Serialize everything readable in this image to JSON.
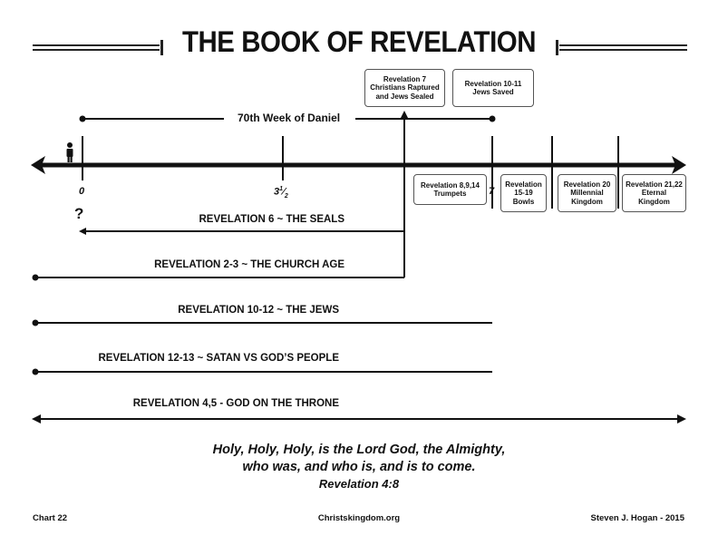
{
  "title": "THE BOOK OF REVELATION",
  "timeline": {
    "week_label": "70th Week of Daniel",
    "tick_zero": "0",
    "tick_half_whole": "3",
    "tick_half_sup": "1",
    "tick_half_sub": "2",
    "tick_seven": "7",
    "question": "?"
  },
  "boxes": {
    "rev7": "Revelation 7\nChristians Raptured\nand Jews Sealed",
    "rev10_11": "Revelation 10-11\nJews Saved",
    "rev8_9_14": "Revelation 8,9,14\nTrumpets",
    "rev15_19": "Revelation\n15-19\nBowls",
    "rev20": "Revelation 20\nMillennial\nKingdom",
    "rev21_22": "Revelation 21,22\nEternal\nKingdom"
  },
  "bars": [
    "REVELATION 6 ~ THE SEALS",
    "REVELATION 2-3 ~ THE CHURCH AGE",
    "REVELATION 10-12 ~ THE JEWS",
    "REVELATION 12-13 ~ SATAN VS GOD’S PEOPLE",
    "REVELATION 4,5 - GOD ON THE THRONE"
  ],
  "verse": {
    "line1": "Holy, Holy, Holy, is the Lord God, the Almighty,",
    "line2": "who was, and who is, and is to come.",
    "ref": "Revelation 4:8"
  },
  "footer": {
    "left": "Chart 22",
    "center": "Christskingdom.org",
    "right": "Steven J. Hogan - 2015"
  }
}
